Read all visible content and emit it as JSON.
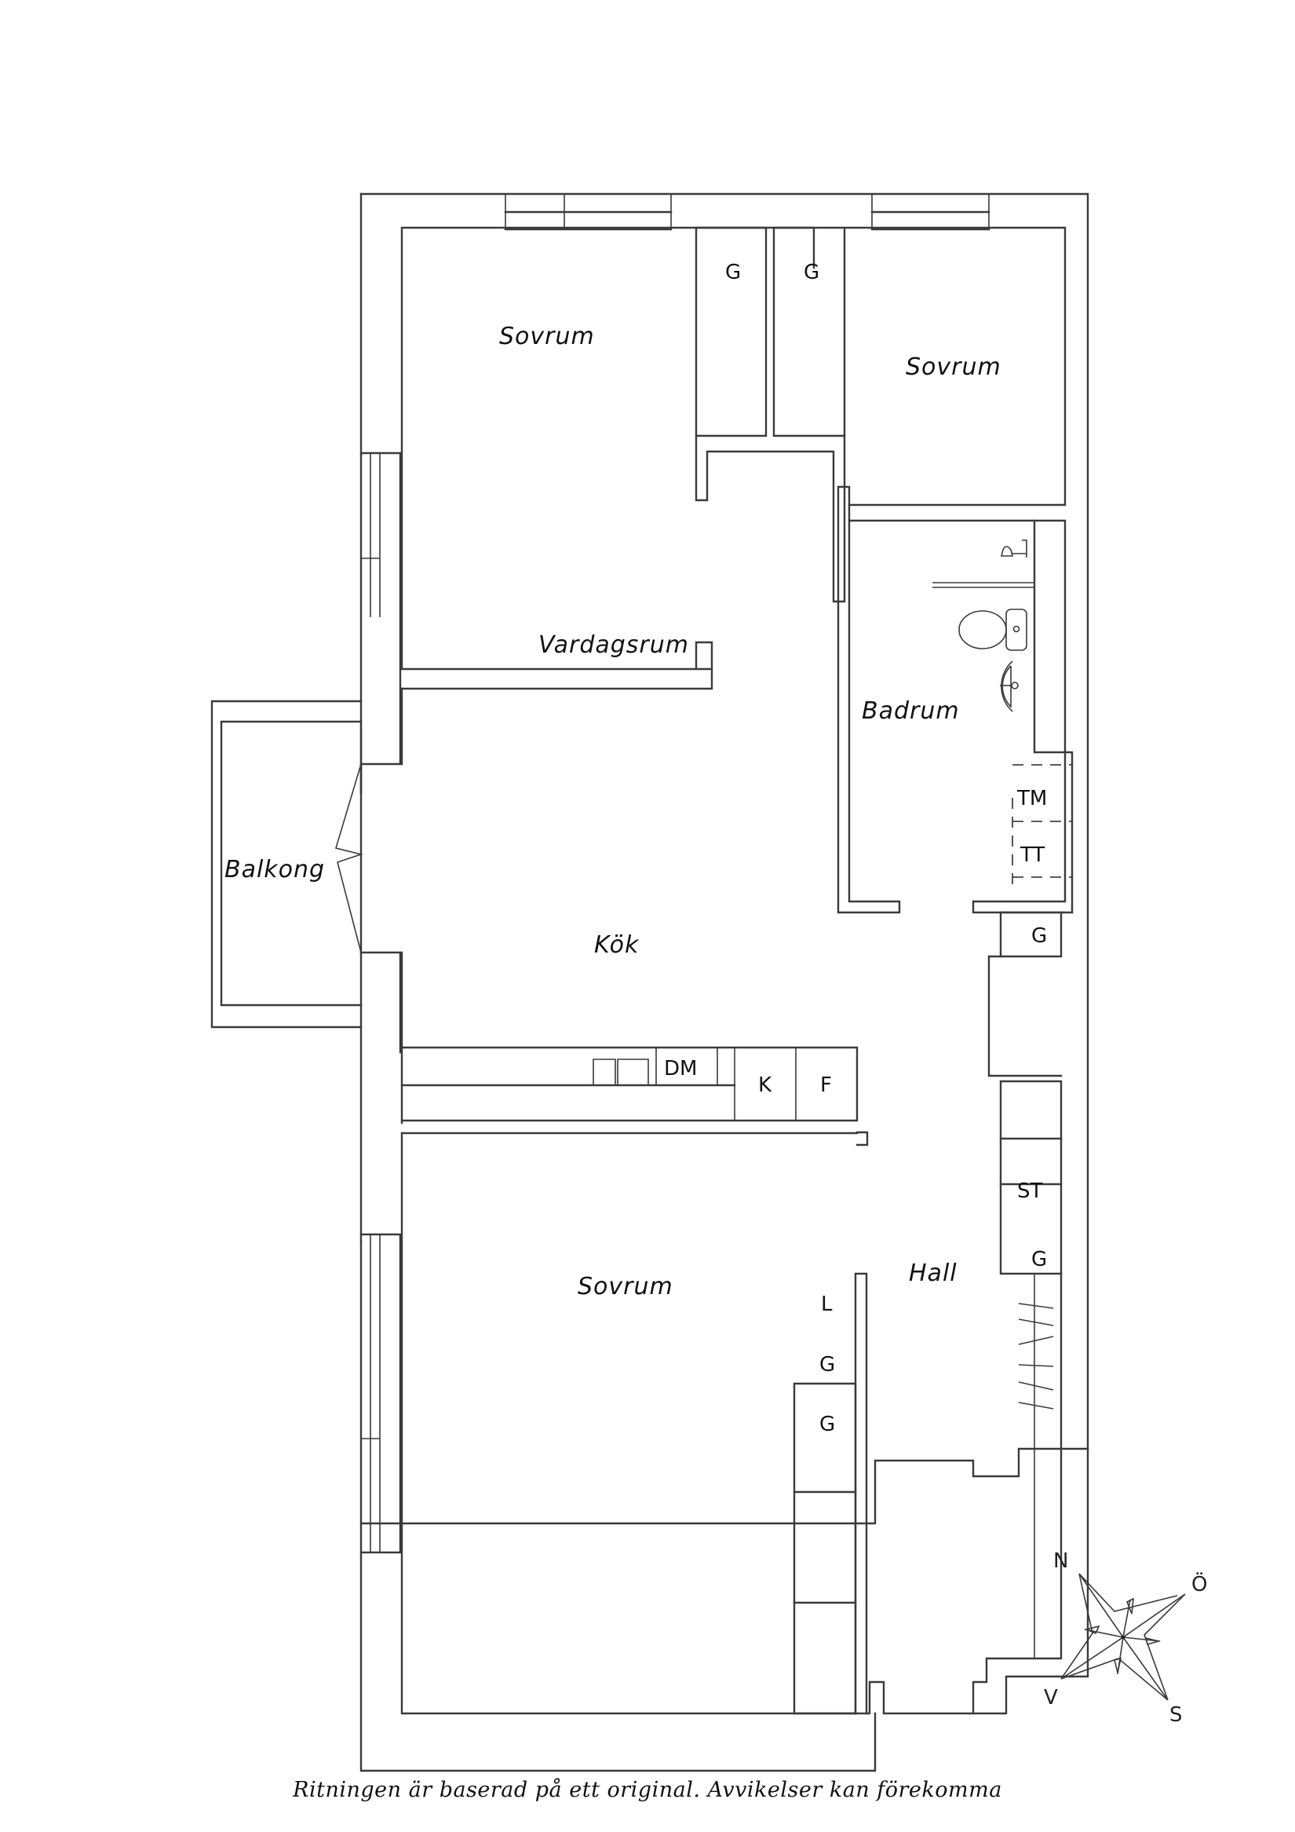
{
  "rooms": {
    "bedroom_nw": "Sovrum",
    "bedroom_ne": "Sovrum",
    "living_room": "Vardagsrum",
    "bathroom": "Badrum",
    "balcony": "Balkong",
    "kitchen": "Kök",
    "bedroom_sw": "Sovrum",
    "hall": "Hall"
  },
  "fixtures": {
    "closet_nw": "G",
    "closet_ne": "G",
    "washer": "TM",
    "dryer": "TT",
    "closet_hall_top": "G",
    "dishwasher": "DM",
    "fridge": "K",
    "freezer": "F",
    "storage_hall": "ST",
    "closet_hall_mid": "G",
    "linen_sw": "L",
    "closet_sw_1": "G",
    "closet_sw_2": "G"
  },
  "compass": {
    "north": "N",
    "east": "Ö",
    "south": "S",
    "west": "V"
  },
  "caption": "Ritningen är baserad på ett original. Avvikelser kan förekomma"
}
